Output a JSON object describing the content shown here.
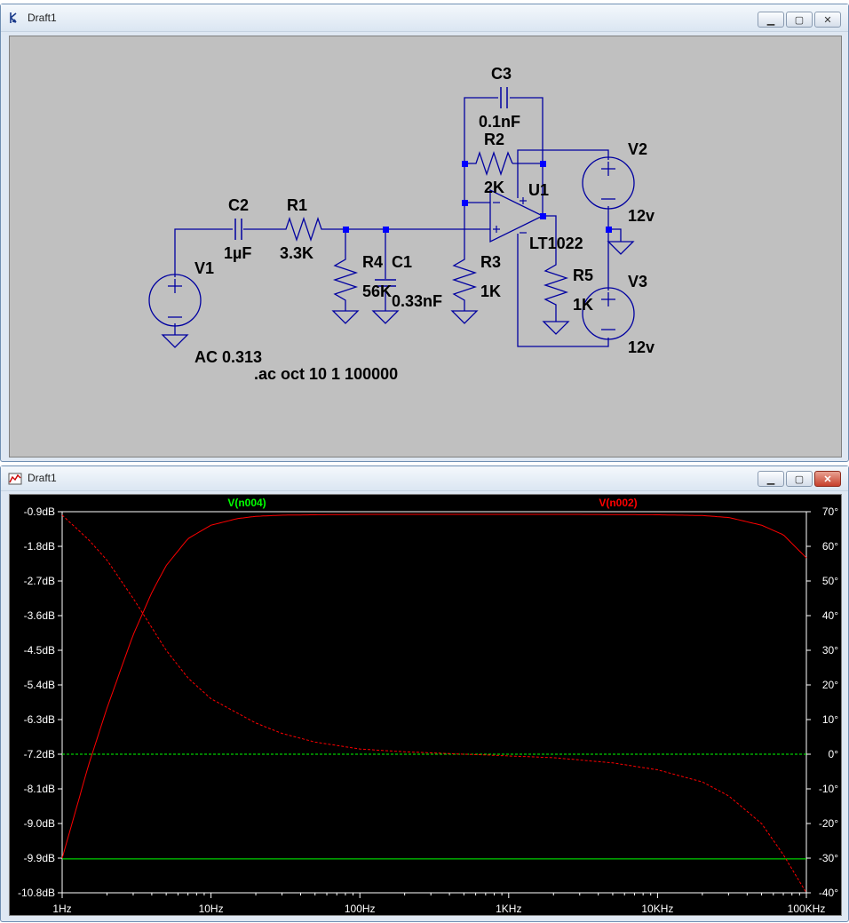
{
  "schematic_window": {
    "title": "Draft1",
    "components": [
      {
        "ref": "C3",
        "value": "0.1nF"
      },
      {
        "ref": "R2",
        "value": "2K"
      },
      {
        "ref": "U1",
        "value": "LT1022"
      },
      {
        "ref": "V2",
        "value": "12v"
      },
      {
        "ref": "V3",
        "value": "12v"
      },
      {
        "ref": "C2",
        "value": "1µF"
      },
      {
        "ref": "R1",
        "value": "3.3K"
      },
      {
        "ref": "V1",
        "value": "AC 0.313"
      },
      {
        "ref": "R4",
        "value": "56K"
      },
      {
        "ref": "C1",
        "value": "0.33nF"
      },
      {
        "ref": "R3",
        "value": "1K"
      },
      {
        "ref": "R5",
        "value": "1K"
      }
    ],
    "directive": ".ac oct 10 1 100000",
    "colors": {
      "background": "#c0c0c0",
      "wire": "#0000a0",
      "junction": "#0000ff"
    }
  },
  "plot_window": {
    "title": "Draft1",
    "traces": [
      {
        "name": "V(n004)",
        "color": "#00ff00"
      },
      {
        "name": "V(n002)",
        "color": "#ff0000"
      }
    ],
    "colors": {
      "background": "#000000",
      "axis": "#ffffff",
      "grid": "#00ff00"
    }
  },
  "chart_data": {
    "type": "line",
    "x_scale": "log",
    "xlim": [
      1,
      100000
    ],
    "x_ticks": [
      "1Hz",
      "10Hz",
      "100Hz",
      "1KHz",
      "10KHz",
      "100KHz"
    ],
    "ylim_left_db": [
      -10.8,
      -0.9
    ],
    "y_ticks_left": [
      "-0.9dB",
      "-1.8dB",
      "-2.7dB",
      "-3.6dB",
      "-4.5dB",
      "-5.4dB",
      "-6.3dB",
      "-7.2dB",
      "-8.1dB",
      "-9.0dB",
      "-9.9dB",
      "-10.8dB"
    ],
    "ylim_right_deg": [
      -40,
      70
    ],
    "y_ticks_right": [
      "70°",
      "60°",
      "50°",
      "40°",
      "30°",
      "20°",
      "10°",
      "0°",
      "-10°",
      "-20°",
      "-30°",
      "-40°"
    ],
    "grid": "zero-phase line only",
    "series": [
      {
        "name": "V(n004)",
        "axis": "dB",
        "style": "solid",
        "color": "#00ff00",
        "x": [
          1,
          100000
        ],
        "y": [
          -9.92,
          -9.92
        ]
      },
      {
        "name": "V(n004)",
        "axis": "phase",
        "style": "dashed",
        "color": "#00ff00",
        "x": [
          1,
          100000
        ],
        "y": [
          0,
          0
        ]
      },
      {
        "name": "V(n002)",
        "axis": "dB",
        "style": "solid",
        "color": "#ff0000",
        "x": [
          1,
          1.5,
          2,
          3,
          4,
          5,
          7,
          10,
          15,
          20,
          30,
          50,
          100,
          300,
          1000,
          3000,
          10000,
          20000,
          30000,
          50000,
          70000,
          100000
        ],
        "y": [
          -9.9,
          -7.5,
          -6.0,
          -4.1,
          -3.0,
          -2.3,
          -1.6,
          -1.25,
          -1.08,
          -1.02,
          -0.99,
          -0.98,
          -0.97,
          -0.97,
          -0.97,
          -0.97,
          -0.98,
          -1.0,
          -1.05,
          -1.25,
          -1.5,
          -2.1
        ]
      },
      {
        "name": "V(n002)",
        "axis": "phase",
        "style": "dashed",
        "color": "#ff0000",
        "x": [
          1,
          1.5,
          2,
          3,
          5,
          7,
          10,
          20,
          30,
          50,
          100,
          200,
          300,
          500,
          700,
          1000,
          2000,
          5000,
          10000,
          20000,
          30000,
          50000,
          70000,
          100000
        ],
        "y": [
          69,
          62,
          56,
          45,
          30,
          22,
          16,
          9,
          6,
          3.5,
          1.5,
          0.7,
          0.4,
          0,
          -0.2,
          -0.5,
          -1,
          -2.5,
          -4.5,
          -8,
          -12,
          -20,
          -29,
          -40
        ]
      }
    ]
  }
}
